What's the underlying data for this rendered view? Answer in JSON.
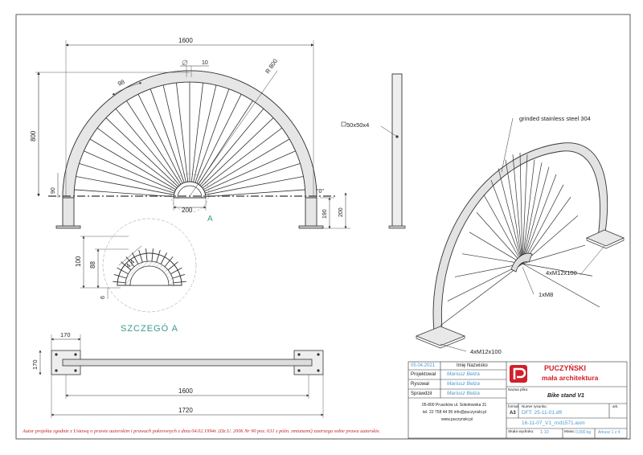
{
  "dimensions": {
    "width_1600": "1600",
    "height_800": "800",
    "radius_r800": "R 800",
    "diameter_10": "10",
    "spoke_98": "98",
    "offset_90": "90",
    "hub_200": "200",
    "zero_mark": "\"0\"",
    "leg_190": "190",
    "leg_200": "200",
    "detail_callout_a": "A",
    "detail_100": "100",
    "detail_88": "88",
    "detail_44": "4,4",
    "detail_6": "6",
    "plan_170_w": "170",
    "plan_170_h": "170",
    "plan_1600": "1600",
    "plan_1720": "1720",
    "profile": "50x50x4"
  },
  "detail_title": "SZCZEGÓ A",
  "iso_labels": {
    "material": "grinded stainless steel 304",
    "anchors_right": "4xM12x100",
    "hub_bolt": "1xM8",
    "anchors_left": "4xM12x100"
  },
  "title_block": {
    "date": "05.04.2021",
    "name_header": "Imię  Nazwisko",
    "rows": [
      {
        "label": "Projektował",
        "value": "Mariusz Bełza"
      },
      {
        "label": "Rysował",
        "value": "Mariusz Bełza"
      },
      {
        "label": "Sprawdził",
        "value": "Mariusz Bełza"
      }
    ],
    "company_name": "PUCZYŃSKI",
    "company_sub": "mała architektura",
    "nazwa_label": "Nazwa pliku:",
    "product_name": "Bike stand V1",
    "format_label": "format",
    "format_value": "A3",
    "drawing_no_label": "Numer rysunku:",
    "drawing_no": "DFT: 25-11-01.dft",
    "file_name": "16-11-07_V1_rnd1571.asm",
    "sheet_label": "ark.",
    "address_1": "05-800 Pruszków ul. Sokołowska 31",
    "address_2": "tel. 22 758 44 95  info@puczynski.pl",
    "address_3": "www.puczynski.pl",
    "scale_label": "Skala wydruku:",
    "scale_value": "1:10",
    "weight_label": "Masa:",
    "weight_value": "0,000 kg",
    "sheet_of": "Arkusz 1 z 4"
  },
  "footer_notice": "Autor projektu zgodnie z Ustawą o prawie autorskim i prawach pokrewnych z dnia 04.02.1994r. (Dz.U. 2006 Nr 90 poz. 631 z późn. zmianami) zastrzega sobie prawa autorskie."
}
